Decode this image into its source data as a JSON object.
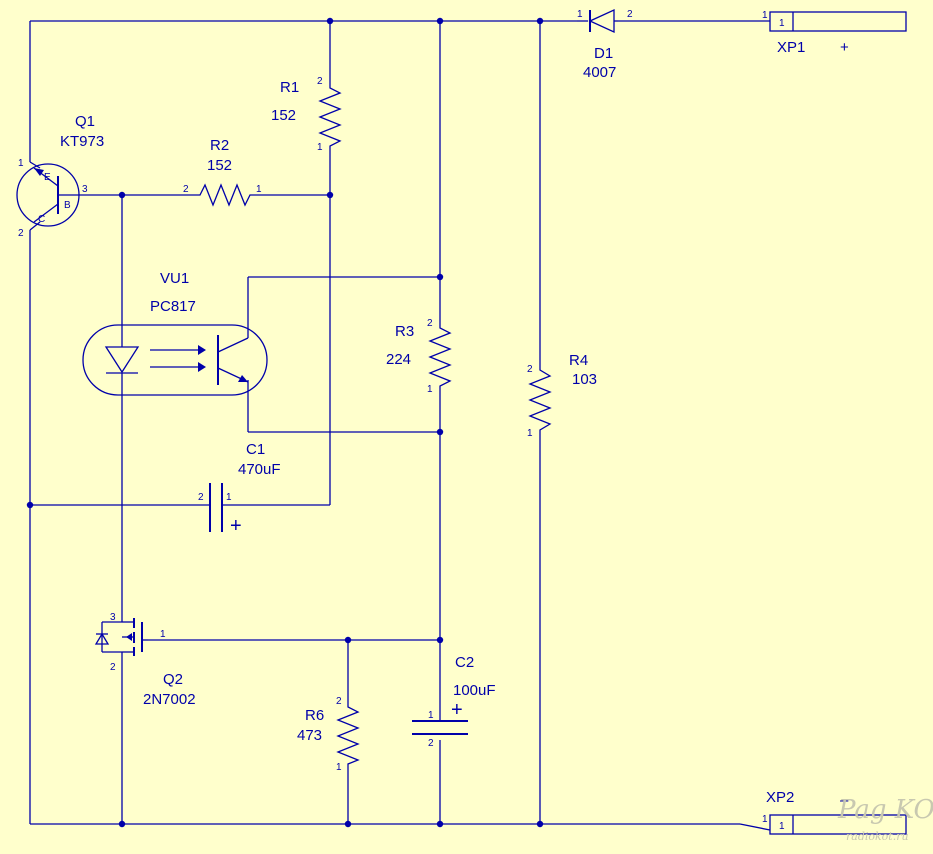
{
  "components": {
    "q1": {
      "ref": "Q1",
      "value": "KT973",
      "pin_e": "E",
      "pin_b": "B",
      "pin_c": "C",
      "pins": [
        "1",
        "3",
        "2"
      ]
    },
    "r1": {
      "ref": "R1",
      "value": "152",
      "pins": [
        "2",
        "1"
      ]
    },
    "r2": {
      "ref": "R2",
      "value": "152",
      "pins": [
        "2",
        "1"
      ]
    },
    "r3": {
      "ref": "R3",
      "value": "224",
      "pins": [
        "2",
        "1"
      ]
    },
    "r4": {
      "ref": "R4",
      "value": "103",
      "pins": [
        "2",
        "1"
      ]
    },
    "r6": {
      "ref": "R6",
      "value": "473",
      "pins": [
        "2",
        "1"
      ]
    },
    "vu1": {
      "ref": "VU1",
      "value": "PC817"
    },
    "c1": {
      "ref": "C1",
      "value": "470uF",
      "pins": [
        "2",
        "1"
      ],
      "polarity": "+"
    },
    "c2": {
      "ref": "C2",
      "value": "100uF",
      "pins": [
        "1",
        "2"
      ],
      "polarity": "+"
    },
    "q2": {
      "ref": "Q2",
      "value": "2N7002",
      "pins": [
        "3",
        "1",
        "2"
      ]
    },
    "d1": {
      "ref": "D1",
      "value": "4007",
      "pins": [
        "1",
        "2"
      ]
    },
    "xp1": {
      "ref": "XP1",
      "polarity": "+",
      "pin": "1",
      "box_label": "1"
    },
    "xp2": {
      "ref": "XP2",
      "polarity": "–",
      "pin": "1",
      "box_label": "1"
    }
  },
  "watermark": {
    "logo": "Pag KOT",
    "site": "radiokot.ru"
  },
  "colors": {
    "background": "#FFFFCC",
    "ink": "#0000AA"
  }
}
